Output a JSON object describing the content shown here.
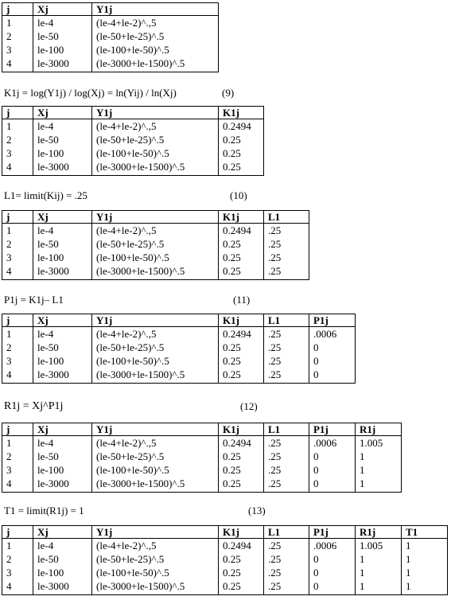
{
  "col_headers": [
    "j",
    "Xj",
    "Y1j",
    "K1j",
    "L1",
    "P1j",
    "R1j",
    "T1"
  ],
  "columns": {
    "j": [
      "1",
      "2",
      "3",
      "4"
    ],
    "Xj": [
      "le-4",
      "le-50",
      "le-100",
      "le-3000"
    ],
    "Y1j": [
      "(le-4+le-2)^.,5",
      "(le-50+le-25)^.5",
      "(le-100+le-50)^.5",
      "(le-3000+le-1500)^.5"
    ],
    "K1j": [
      "0.2494",
      "0.25",
      "0.25",
      "0.25"
    ],
    "L1": [
      ".25",
      ".25",
      ".25",
      ".25"
    ],
    "P1j": [
      ".0006",
      "0",
      "0",
      "0"
    ],
    "R1j": [
      "1.005",
      "1",
      "1",
      "1"
    ],
    "T1": [
      "1",
      "1",
      "1",
      "1"
    ]
  },
  "equations": [
    {
      "text": "K1j = log(Y1j) / log(Xj) = ln(Yij) / ln(Xj)",
      "number": "(9)"
    },
    {
      "text": "L1= limit(Kij) = .25",
      "number": "(10)"
    },
    {
      "text": "P1j = K1j– L1",
      "number": "(11)"
    },
    {
      "text": "R1j = Xj^P1j",
      "number": "(12)"
    },
    {
      "text": "T1 = limit(R1j) = 1",
      "number": "(13)"
    }
  ]
}
